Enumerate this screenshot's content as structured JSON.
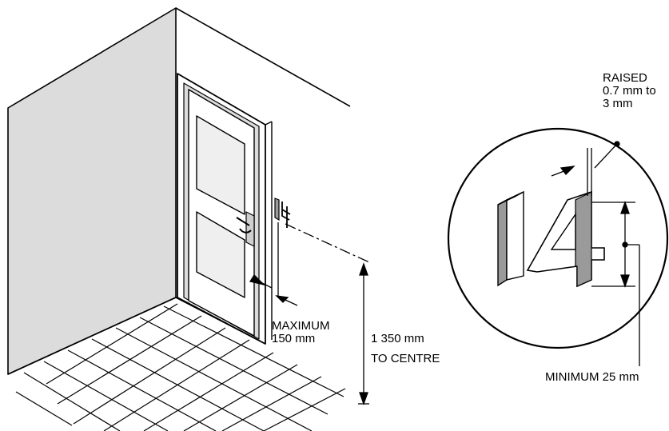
{
  "diagram": {
    "labels": {
      "raised_1": "RAISED",
      "raised_2": "0.7 mm to",
      "raised_3": "3 mm",
      "maximum_1": "MAXIMUM",
      "maximum_2": "150 mm",
      "height_1": "1 350 mm",
      "height_2": "TO CENTRE",
      "minimum": "MINIMUM 25 mm"
    },
    "sign_number": "14",
    "colors": {
      "wall": "#dcdcdc",
      "panel": "#efefef",
      "line": "#000000",
      "relief_dark": "#9a9a9a",
      "relief_light": "#cfcfcf"
    }
  }
}
